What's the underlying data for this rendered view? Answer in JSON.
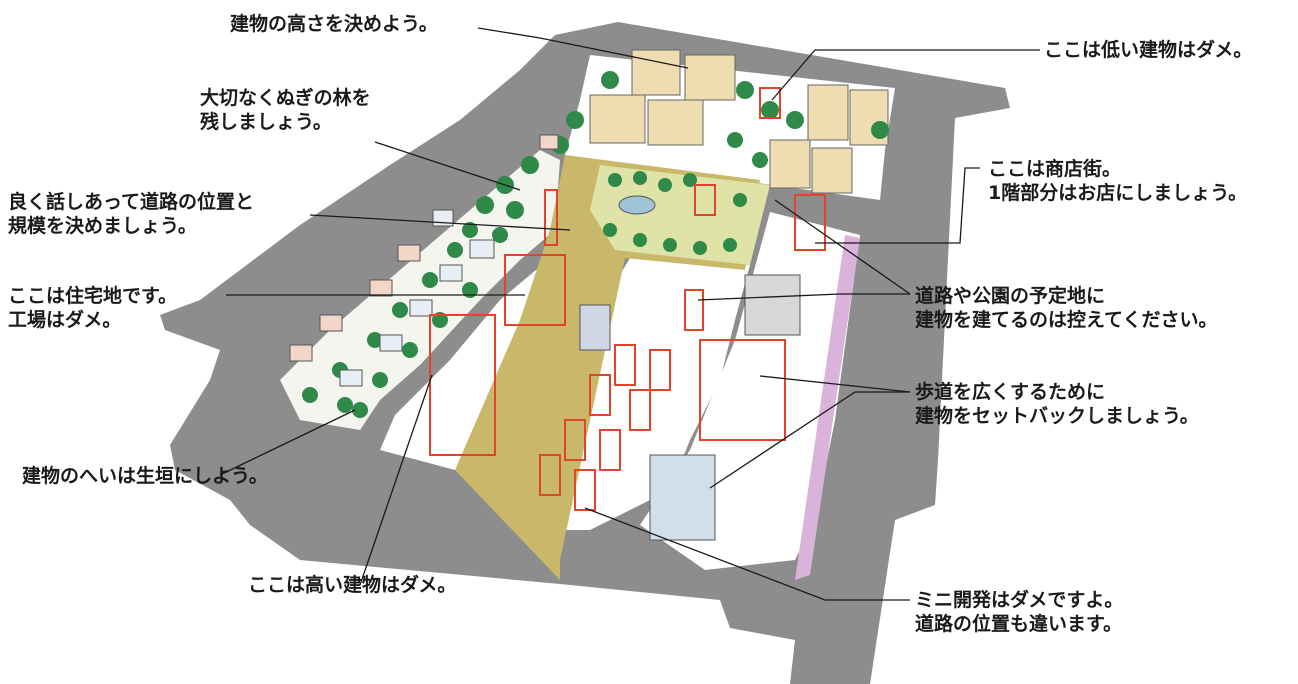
{
  "annotations": {
    "building_height": {
      "lines": [
        "建物の高さを決めよう。"
      ]
    },
    "low_building_ng": {
      "lines": [
        "ここは低い建物はダメ。"
      ]
    },
    "keep_forest": {
      "lines": [
        "大切なくぬぎの林を",
        "残しましょう。"
      ]
    },
    "shopping_street": {
      "lines": [
        "ここは商店街。",
        "1階部分はお店にしましょう。"
      ]
    },
    "road_discussion": {
      "lines": [
        "良く話しあって道路の位置と",
        "規模を決めましょう。"
      ]
    },
    "no_build_planned": {
      "lines": [
        "道路や公園の予定地に",
        "建物を建てるのは控えてください。"
      ]
    },
    "residential_area": {
      "lines": [
        "ここは住宅地です。",
        "工場はダメ。"
      ]
    },
    "setback": {
      "lines": [
        "歩道を広くするために",
        "建物をセットバックしましょう。"
      ]
    },
    "hedge_fence": {
      "lines": [
        "建物のへいは生垣にしよう。"
      ]
    },
    "high_building_ng": {
      "lines": [
        "ここは高い建物はダメ。"
      ]
    },
    "mini_development": {
      "lines": [
        "ミニ開発はダメですよ。",
        "道路の位置も違います。"
      ]
    }
  },
  "colors": {
    "road": "#8c8c8c",
    "block": "#ffffff",
    "plaza": "#c9b76a",
    "park": "#dfe3a8",
    "tree": "#2f8a4a",
    "planned_outline": "#e0452c",
    "sidewalk": "#d9b3d9",
    "apartment": "#efdcb0"
  }
}
